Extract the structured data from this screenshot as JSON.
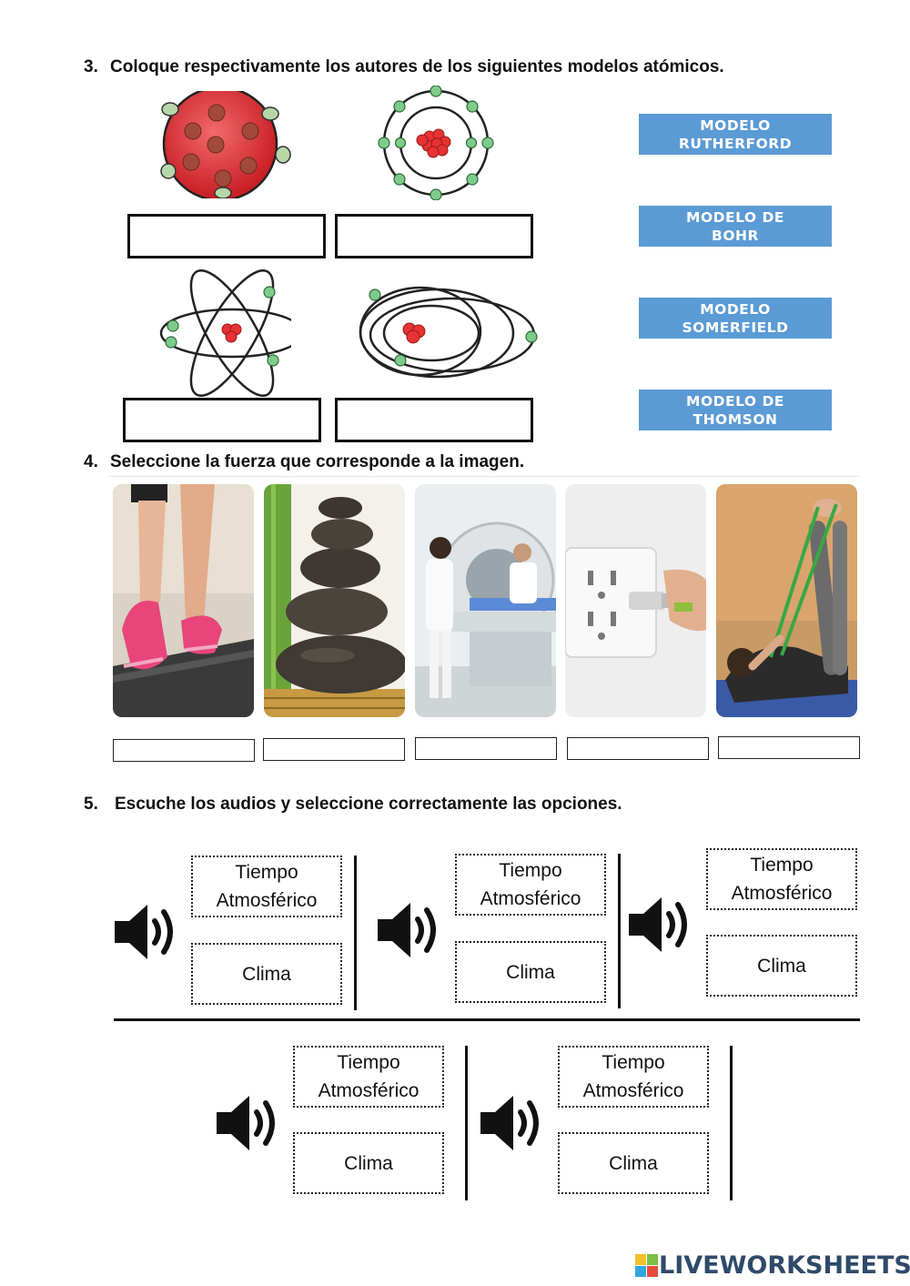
{
  "q3": {
    "number": "3.",
    "text": "Coloque respectivamente los autores de los siguientes modelos atómicos."
  },
  "q4": {
    "number": "4.",
    "text": "Seleccione la fuerza que corresponde a la imagen."
  },
  "q5": {
    "number": "5.",
    "text": "Escuche los audios y seleccione correctamente las opciones."
  },
  "models": [
    {
      "line1": "MODELO",
      "line2": "RUTHERFORD"
    },
    {
      "line1": "MODELO DE",
      "line2": "BOHR"
    },
    {
      "line1": "MODELO",
      "line2": "SOMERFIELD"
    },
    {
      "line1": "MODELO DE",
      "line2": "THOMSON"
    }
  ],
  "atom_images": [
    "plum-pudding-atom",
    "bohr-orbit-atom",
    "nuclear-atom",
    "elliptical-orbit-atom"
  ],
  "force_photos": [
    "treadmill-running",
    "stacked-stones",
    "medical-scanner",
    "electric-plug",
    "resistance-band-exercise"
  ],
  "audio_options": {
    "option1_line1": "Tiempo",
    "option1_line2": "Atmosférico",
    "option2": "Clima"
  },
  "icons": {
    "speaker": "speaker-icon"
  },
  "colors": {
    "label_blue": "#5b9bd5",
    "atom_red": "#d9262a",
    "electron_green": "#7ecb8a"
  },
  "logo": {
    "text": "LIVEWORKSHEETS"
  }
}
